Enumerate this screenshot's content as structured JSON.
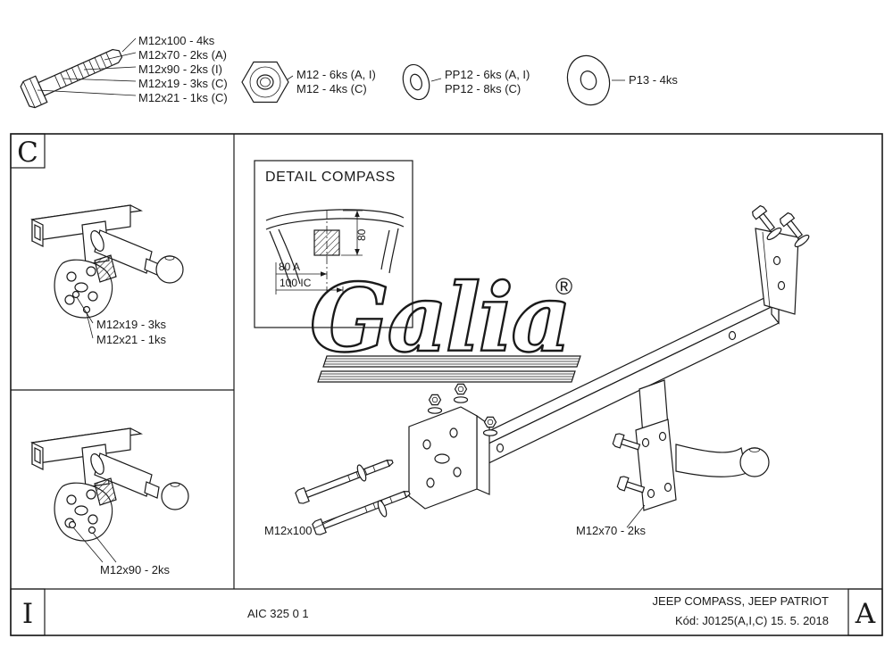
{
  "parts": {
    "bolt": {
      "labels": [
        "M12x100 - 4ks",
        "M12x70 - 2ks (A)",
        "M12x90 - 2ks (I)",
        "M12x19 - 3ks (C)",
        "M12x21 - 1ks (C)"
      ]
    },
    "nut": {
      "labels": [
        "M12 - 6ks (A, I)",
        "M12 - 4ks (C)"
      ]
    },
    "washer": {
      "labels": [
        "PP12 - 6ks (A, I)",
        "PP12 - 8ks (C)"
      ]
    },
    "big_washer": {
      "labels": [
        "P13 - 4ks"
      ]
    }
  },
  "sections": {
    "c": "C",
    "i": "I",
    "a": "A"
  },
  "detail": {
    "title": "DETAIL COMPASS",
    "dim_height": "80",
    "dim_80a": "80 A",
    "dim_100ic": "100 IC"
  },
  "callouts": {
    "c_m12x19": "M12x19 - 3ks",
    "c_m12x21": "M12x21 - 1ks",
    "i_m12x90": "M12x90 - 2ks",
    "main_m12x100": "M12x100",
    "main_m12x70": "M12x70 - 2ks"
  },
  "logo": {
    "brand": "Galia",
    "registered": "®"
  },
  "footer": {
    "doc_code": "AIC 325 0 1",
    "vehicles": "JEEP COMPASS, JEEP PATRIOT",
    "kod": "Kód: J0125(A,I,C)  15. 5. 2018"
  },
  "colors": {
    "line": "#1a1a1a",
    "background": "#ffffff"
  }
}
